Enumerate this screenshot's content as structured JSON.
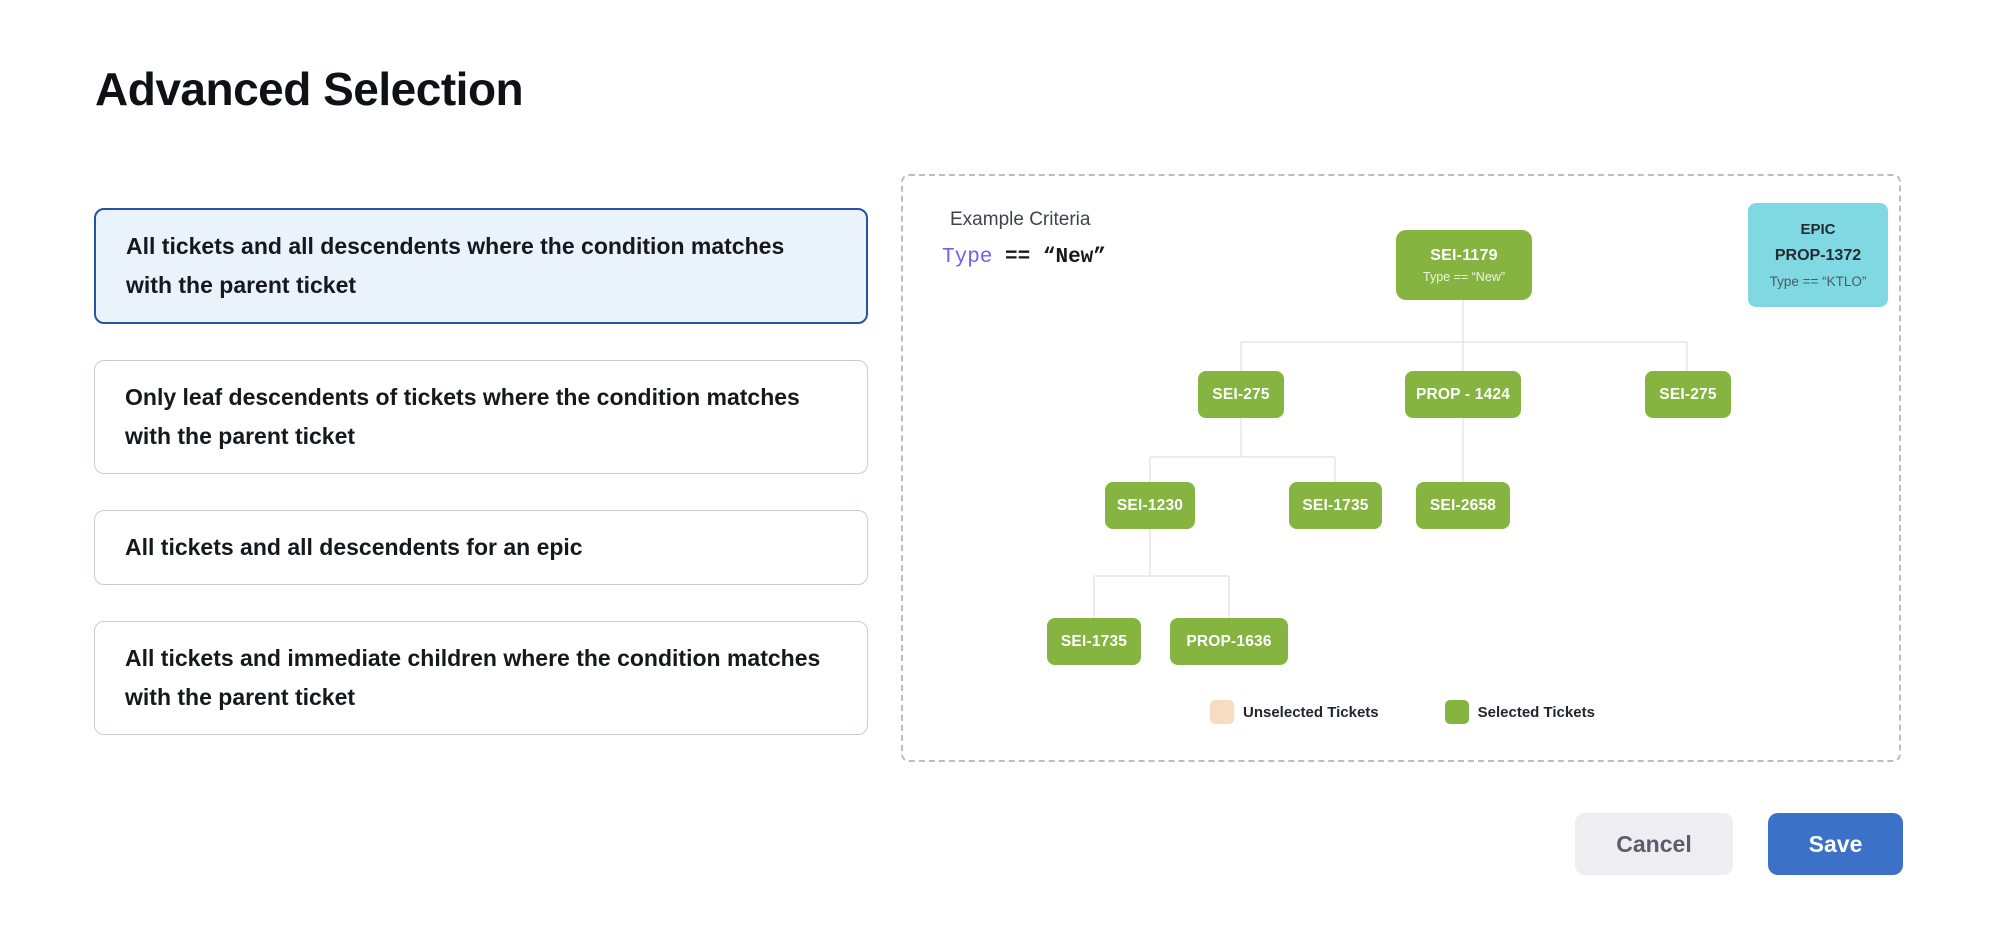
{
  "title": "Advanced Selection",
  "options": [
    {
      "label": "All tickets and all descendents where the condition matches with the parent ticket",
      "selected": true
    },
    {
      "label": "Only leaf descendents of tickets where the condition matches with the parent ticket",
      "selected": false
    },
    {
      "label": "All tickets and all descendents for an epic",
      "selected": false
    },
    {
      "label": "All tickets and immediate children where the condition matches with the parent ticket",
      "selected": false
    }
  ],
  "example": {
    "heading": "Example Criteria",
    "criteria": {
      "field": "Type",
      "operator": "==",
      "value": "“New”"
    },
    "epic_card": {
      "type_label": "EPIC",
      "id": "PROP-1372",
      "condition": "Type == “KTLO”"
    },
    "tree": {
      "nodes": [
        {
          "label": "SEI-1179",
          "condition": "Type == “New”"
        },
        {
          "label": "SEI-275"
        },
        {
          "label": "PROP - 1424"
        },
        {
          "label": "SEI-275"
        },
        {
          "label": "SEI-1230"
        },
        {
          "label": "SEI-1735"
        },
        {
          "label": "SEI-2658"
        },
        {
          "label": "SEI-1735"
        },
        {
          "label": "PROP-1636"
        }
      ]
    },
    "legend": [
      {
        "label": "Unselected Tickets",
        "color": "#f8dcc1"
      },
      {
        "label": "Selected Tickets",
        "color": "#86b440"
      }
    ]
  },
  "actions": {
    "cancel": "Cancel",
    "save": "Save"
  },
  "colors": {
    "selected_border": "#2853a4",
    "selected_bg": "#eaf3fb",
    "node_green": "#86b440",
    "epic_cyan": "#7fd8e2",
    "save_blue": "#3b72c8",
    "criteria_field_purple": "#6c63f0"
  }
}
